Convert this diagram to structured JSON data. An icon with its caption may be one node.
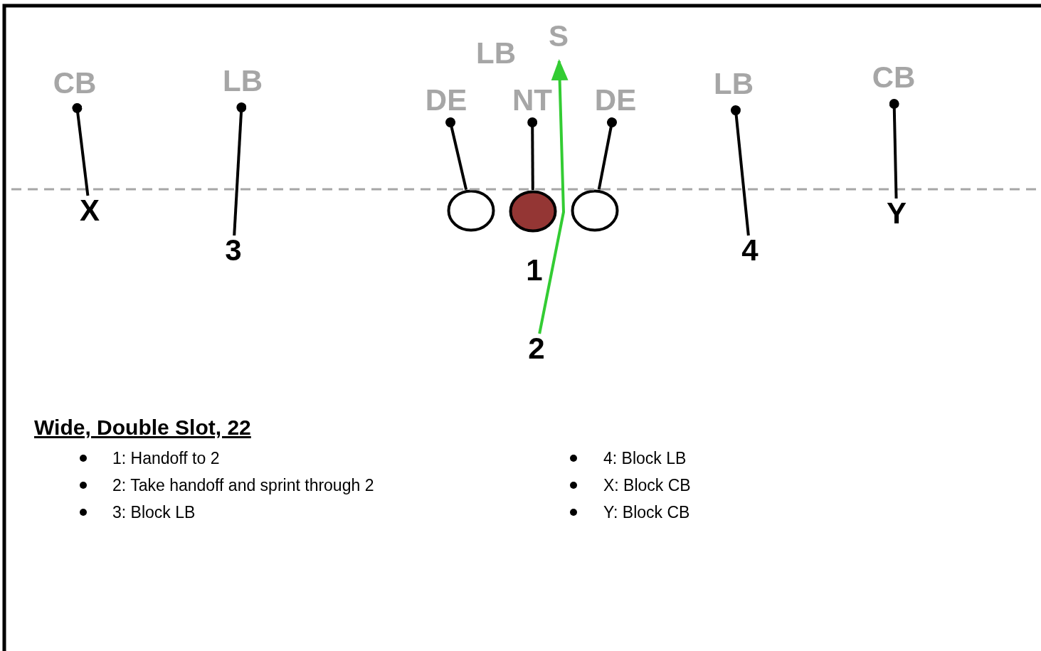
{
  "diagram": {
    "title": "Wide, Double Slot, 22",
    "nodes": [
      {
        "text": [
          "S"
        ]
      },
      {
        "text": [
          "LB"
        ]
      },
      {
        "text": [
          "CB"
        ]
      },
      {
        "text": [
          "LB"
        ]
      },
      {
        "text": [
          "DE"
        ]
      },
      {
        "text": [
          "NT"
        ]
      },
      {
        "text": [
          "DE"
        ]
      },
      {
        "text": [
          "LB"
        ]
      },
      {
        "text": [
          "CB"
        ]
      },
      {
        "text": [
          "X"
        ]
      },
      {
        "text": [],
        "shape": "circle"
      },
      {
        "text": [],
        "shape": "circle",
        "beside": [
          "1"
        ]
      },
      {
        "text": [],
        "shape": "circle"
      },
      {
        "text": [
          "Y"
        ]
      },
      {
        "text": [
          "3"
        ]
      },
      {
        "text": [
          "4"
        ]
      },
      {
        "text": [
          "2"
        ]
      }
    ],
    "edges": [
      {
        "from": 9,
        "to": 2,
        "arrow": "other"
      },
      {
        "from": 14,
        "to": 3,
        "arrow": "other"
      },
      {
        "from": 10,
        "to": 4,
        "arrow": "other"
      },
      {
        "from": 11,
        "to": 5,
        "arrow": "other"
      },
      {
        "from": 12,
        "to": 6,
        "arrow": "other"
      },
      {
        "from": 15,
        "to": 7,
        "arrow": "other"
      },
      {
        "from": 13,
        "to": 8,
        "arrow": "other"
      },
      {
        "from": 16,
        "to": 0,
        "arrow": "to",
        "color": "#33cc33"
      }
    ],
    "labels": [
      "1: Handoff to 2",
      "2: Take handoff and sprint through 2",
      "3: Block LB",
      "4: Block LB",
      "X: Block CB",
      "Y: Block CB"
    ]
  }
}
